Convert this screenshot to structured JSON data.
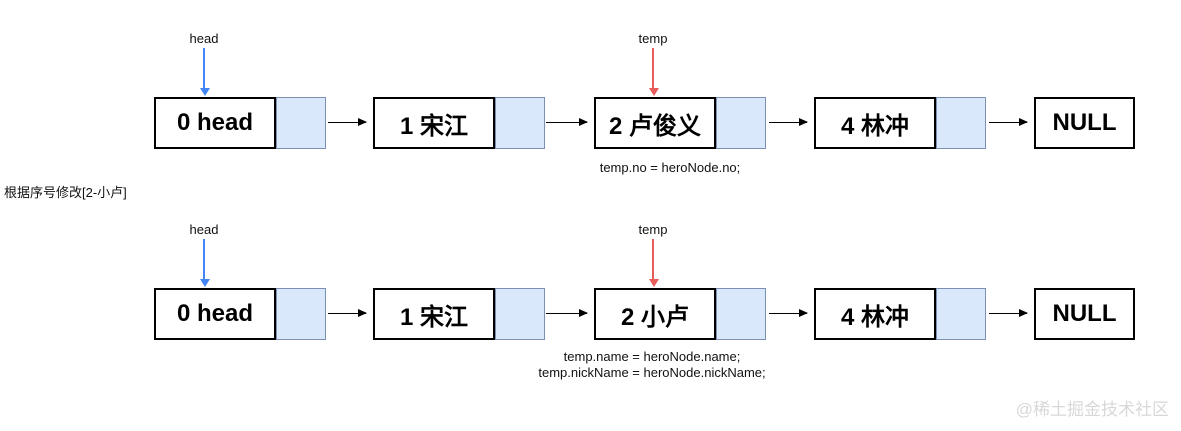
{
  "side_label": "根据序号修改[2-小卢]",
  "watermark": "@稀土掘金技术社区",
  "colors": {
    "head_arrow": "#4285f4",
    "temp_arrow": "#e85c5c",
    "pointer_fill": "#dae8fc",
    "pointer_border": "#7c90b5",
    "watermark_color": "#d8d8d8"
  },
  "diagrams": [
    {
      "head_label": "head",
      "temp_label": "temp",
      "nodes": [
        "0 head",
        "1 宋江",
        "2 卢俊义",
        "4 林冲"
      ],
      "null_label": "NULL",
      "captions": [
        "temp.no = heroNode.no;"
      ]
    },
    {
      "head_label": "head",
      "temp_label": "temp",
      "nodes": [
        "0 head",
        "1 宋江",
        "2 小卢",
        "4 林冲"
      ],
      "null_label": "NULL",
      "captions": [
        "temp.name = heroNode.name;",
        "temp.nickName = heroNode.nickName;"
      ]
    }
  ]
}
